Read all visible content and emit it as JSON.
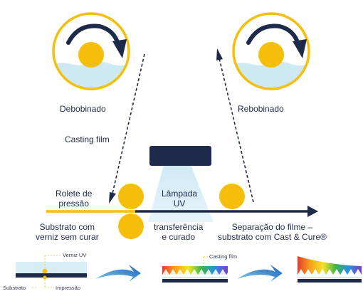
{
  "labels": {
    "unwinding": "Debobinado",
    "rewinding": "Rebobinado",
    "casting_film": "Casting film",
    "press_roller": [
      "Rolete de",
      "pressão"
    ],
    "uv_lamp": [
      "Lâmpada",
      "UV"
    ],
    "substrate_uncured": [
      "Substrato com",
      "verniz sem curar"
    ],
    "transfer_cure": [
      "transferência",
      "e curado"
    ],
    "separation": [
      "Separação do filme –",
      "substrato com Cast & Cure®"
    ]
  },
  "layers": {
    "varnish": "Verniz UV",
    "substrate": "Substrato",
    "print": "Impressão",
    "casting_film": "Casting film"
  },
  "colors": {
    "navy": "#1e2a4a",
    "yellow": "#f5be0b",
    "water": "#cce9f4",
    "lamp": "#dff0f8",
    "arrow_blue": "#1a69c4"
  },
  "icons": [
    "rotation-arrow-icon",
    "flow-arrow-icon"
  ]
}
